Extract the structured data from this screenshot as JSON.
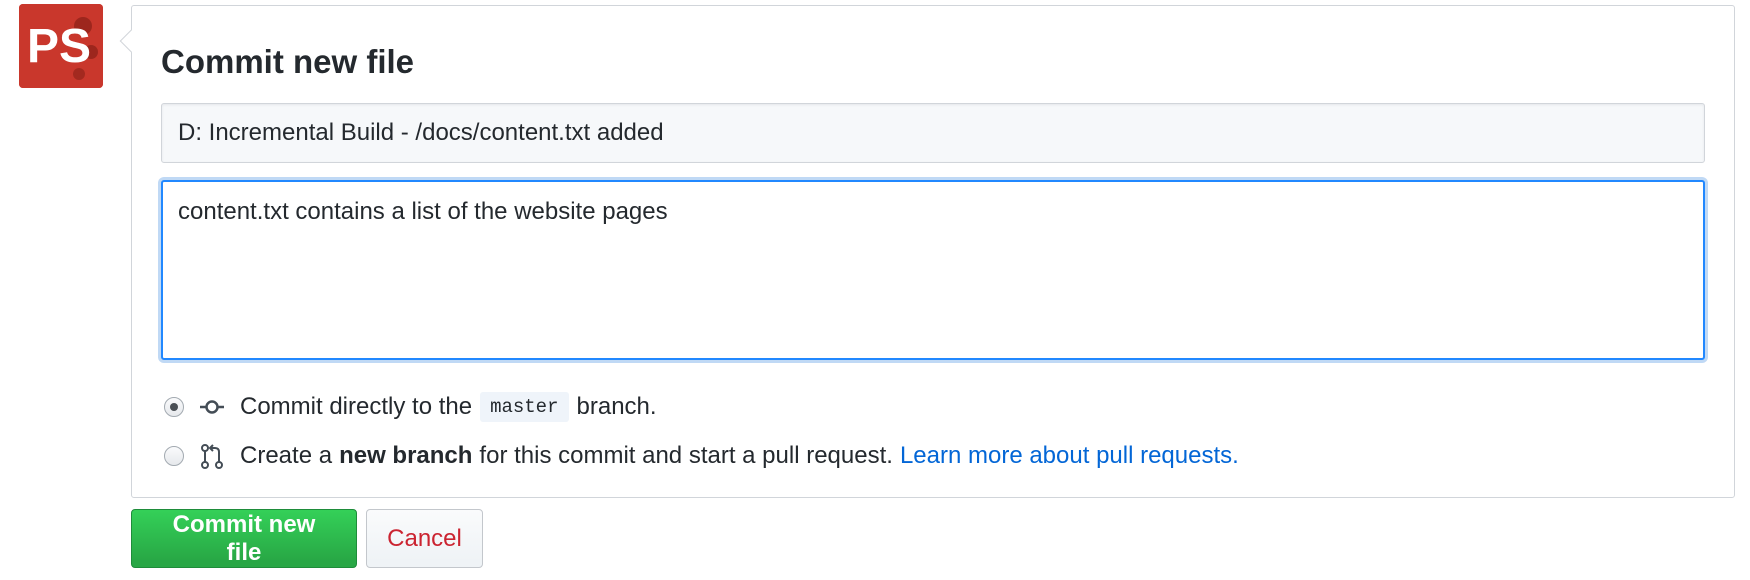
{
  "avatar": {
    "text": "PS",
    "color": "#c9372c"
  },
  "commit_form": {
    "title": "Commit new file",
    "summary_value": "D: Incremental Build - /docs/content.txt added",
    "description_value": "content.txt contains a list of the website pages",
    "options": {
      "direct": {
        "selected": true,
        "icon": "git-commit-icon",
        "prefix": "Commit directly to the",
        "branch": "master",
        "suffix": "branch."
      },
      "new_branch": {
        "selected": false,
        "icon": "git-pull-request-icon",
        "prefix": "Create a",
        "bold": "new branch",
        "suffix": "for this commit and start a pull request.",
        "link": "Learn more about pull requests."
      }
    }
  },
  "buttons": {
    "commit_label": "Commit new file",
    "cancel_label": "Cancel"
  },
  "colors": {
    "primary": "#28a745",
    "link": "#0366d6",
    "cancel_text": "#cb2431",
    "focus_border": "#2188ff"
  }
}
